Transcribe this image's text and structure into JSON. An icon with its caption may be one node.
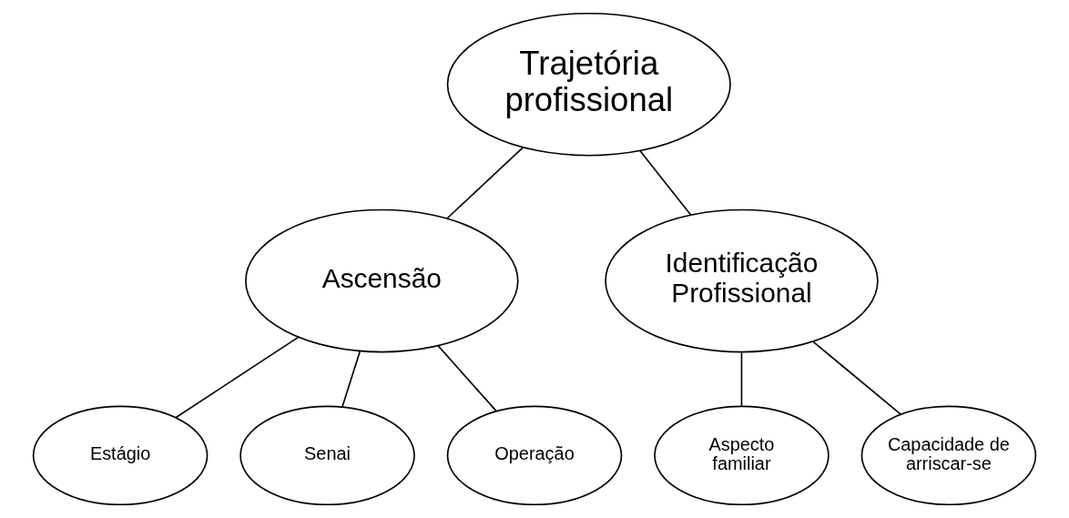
{
  "diagram": {
    "nodes": [
      {
        "text": [
          "Trajetória profissional"
        ]
      },
      {
        "text": [
          "Ascensão"
        ]
      },
      {
        "text": [
          "Identificação Profissional"
        ]
      },
      {
        "text": [
          "Estágio"
        ]
      },
      {
        "text": [
          "Senai"
        ]
      },
      {
        "text": [
          "Operação"
        ]
      },
      {
        "text": [
          "Aspecto familiar"
        ]
      },
      {
        "text": [
          "Capacidade de arriscar-se"
        ]
      }
    ],
    "edges": [
      {
        "from": 0,
        "to": 1,
        "arrow": "none"
      },
      {
        "from": 0,
        "to": 2,
        "arrow": "none"
      },
      {
        "from": 1,
        "to": 3,
        "arrow": "none"
      },
      {
        "from": 1,
        "to": 4,
        "arrow": "none"
      },
      {
        "from": 1,
        "to": 5,
        "arrow": "none"
      },
      {
        "from": 2,
        "to": 6,
        "arrow": "none"
      },
      {
        "from": 2,
        "to": 7,
        "arrow": "none"
      }
    ]
  }
}
